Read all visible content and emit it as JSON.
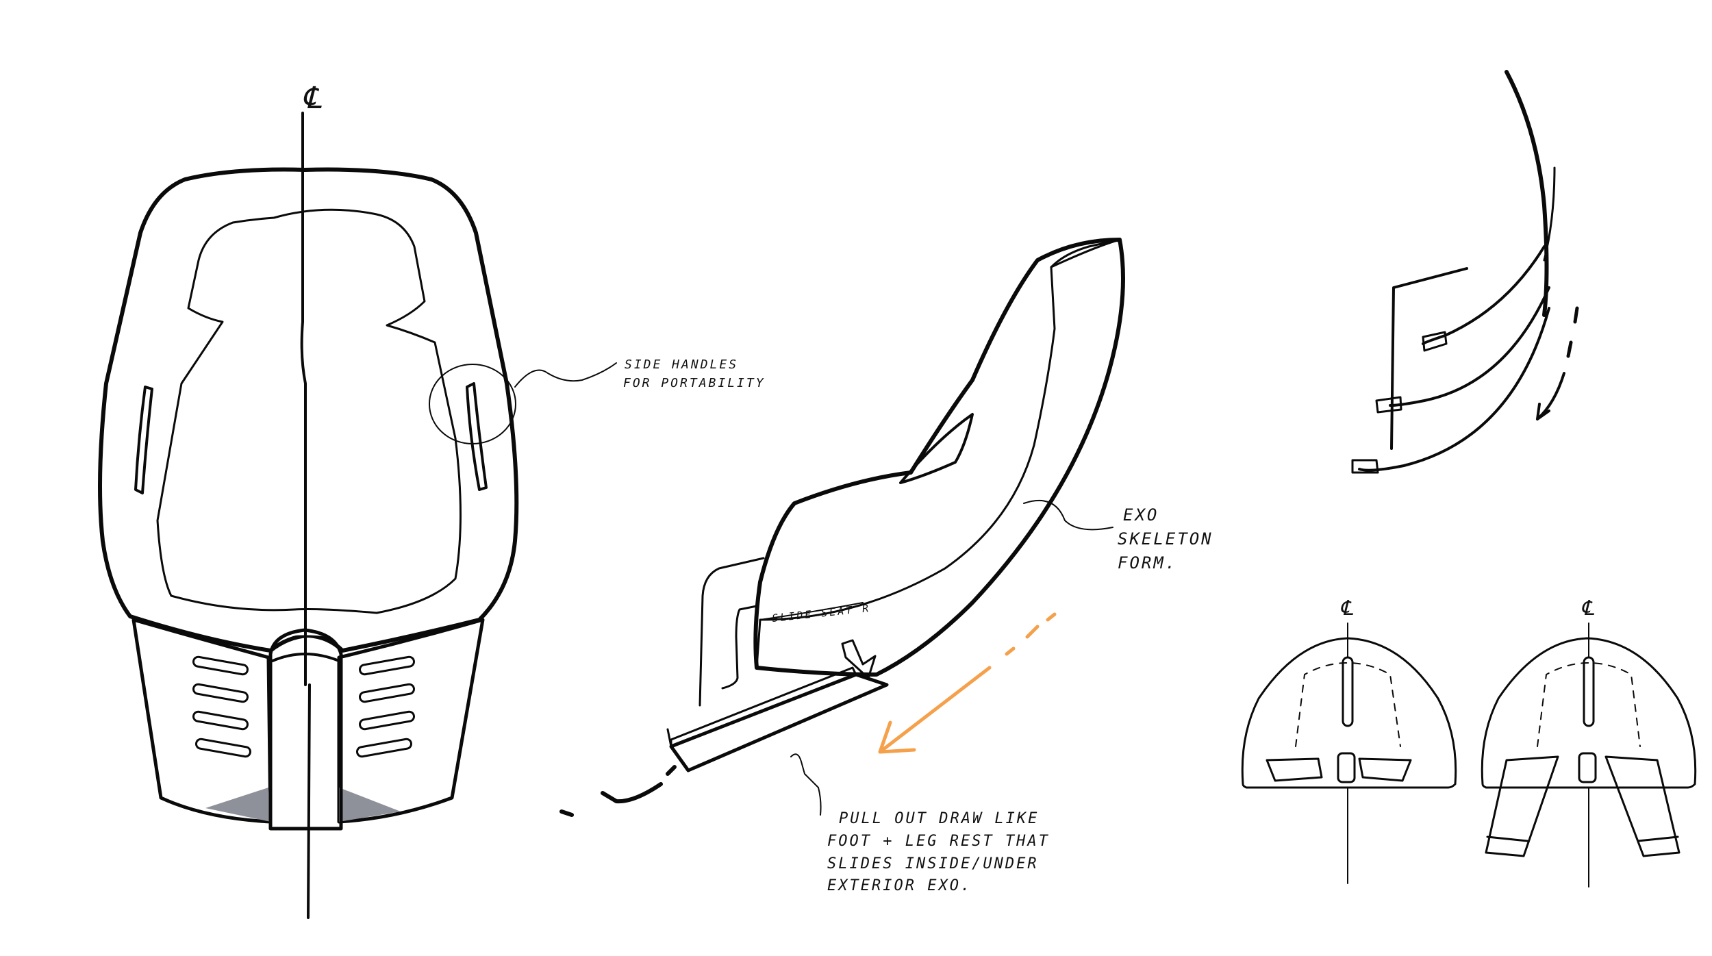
{
  "annotations": {
    "centerline_symbol": "℄",
    "side_handles": [
      "SIDE HANDLES",
      "FOR PORTABILITY"
    ],
    "exo_form": [
      "EXO",
      "SKELETON",
      "FORM."
    ],
    "slide_seat": "SLIDE SEAT R",
    "pull_out": [
      "PULL OUT DRAW LIKE",
      "FOOT + LEG REST THAT",
      "SLIDES INSIDE/UNDER",
      "EXTERIOR EXO."
    ]
  },
  "colors": {
    "ink": "#0a0a0a",
    "light_fill": "#e6e8ee",
    "mid_fill": "#c5c8d1",
    "dark_fill": "#8e9199",
    "accent_arrow": "#f5a04b"
  }
}
